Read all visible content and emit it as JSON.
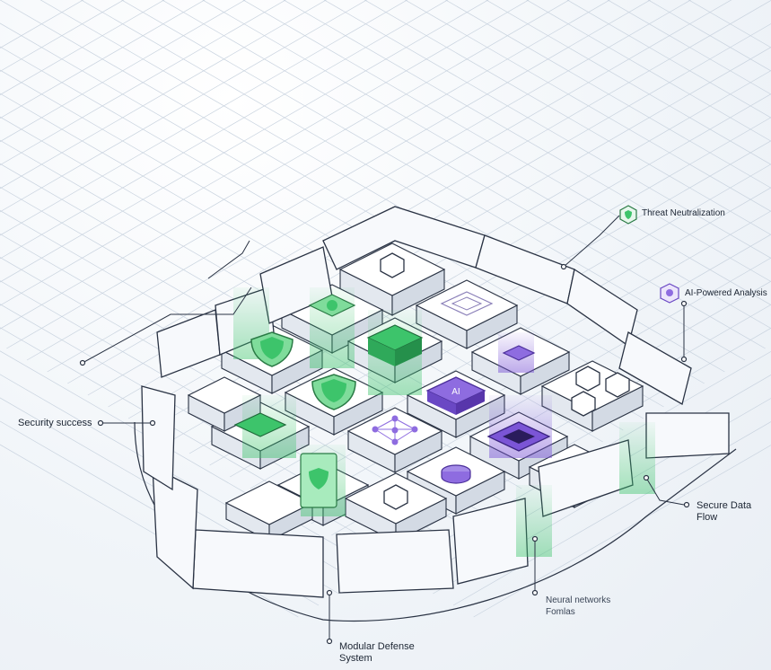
{
  "labels": {
    "threat_neutralization": "Threat Neutralization",
    "ai_powered_analysis": "AI-Powered Analysis",
    "security_success": "Security success",
    "secure_data_flow": "Secure Data Flow",
    "neural_networks": "Neural networks Fomlas",
    "modular_defense": "Modular Defense System",
    "ai_chip": "AI"
  },
  "icons": [
    "shield-icon",
    "shield-icon",
    "shield-icon",
    "hexagon-icon",
    "ai-chip-icon",
    "neural-network-icon",
    "microchip-icon",
    "database-icon",
    "brain-icon"
  ],
  "colors": {
    "accent_green": "#3dc46b",
    "accent_purple": "#7b55d6",
    "outline": "#2a3344",
    "block_top": "#ffffff",
    "block_side": "#e3e8ef",
    "grid": "#c9d3df",
    "background": "#f1f5f9"
  }
}
